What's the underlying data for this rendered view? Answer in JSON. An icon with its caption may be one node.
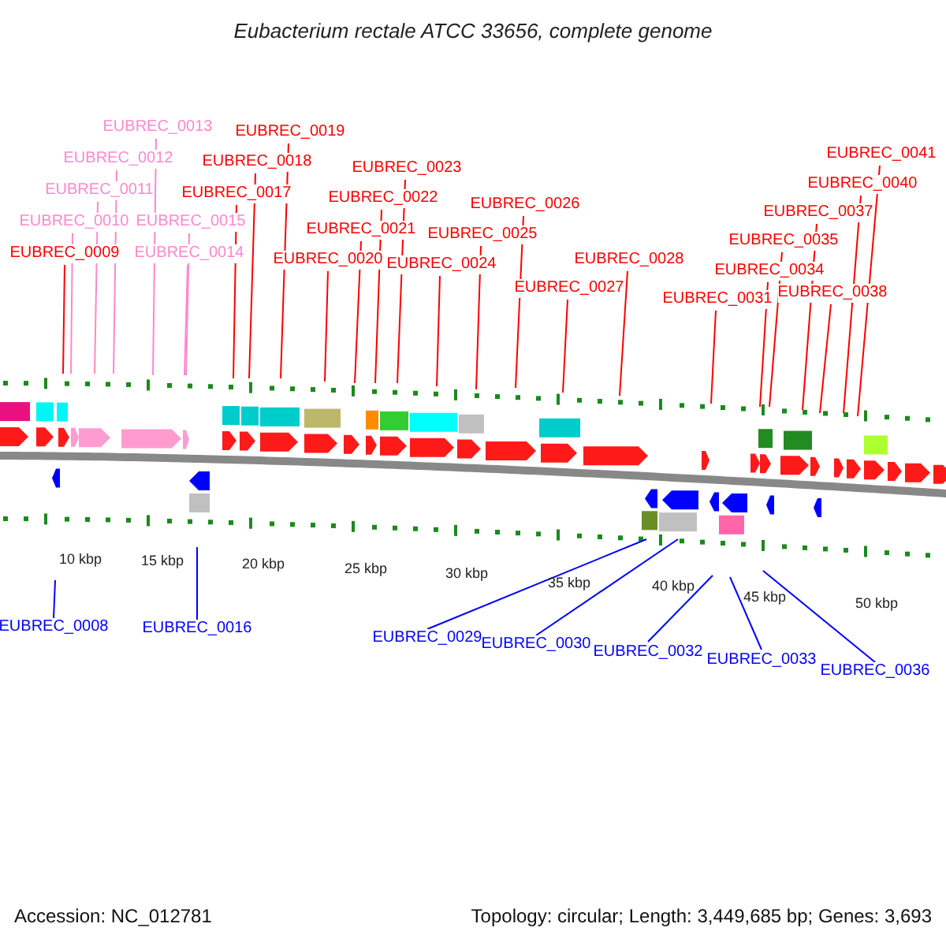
{
  "diagram": {
    "title": "Eubacterium rectale ATCC 33656, complete genome",
    "nodes": [
      {
        "text": [
          "EUBREC_0008"
        ]
      },
      {
        "text": [
          "EUBREC_0009"
        ]
      },
      {
        "text": [
          "EUBREC_0010"
        ]
      },
      {
        "text": [
          "EUBREC_0011"
        ]
      },
      {
        "text": [
          "EUBREC_0012"
        ]
      },
      {
        "text": [
          "EUBREC_0013"
        ]
      },
      {
        "text": [
          "EUBREC_0014"
        ]
      },
      {
        "text": [
          "EUBREC_0015"
        ]
      },
      {
        "text": [
          "EUBREC_0016"
        ]
      },
      {
        "text": [
          "EUBREC_0017"
        ]
      },
      {
        "text": [
          "EUBREC_0018"
        ]
      },
      {
        "text": [
          "EUBREC_0019"
        ]
      },
      {
        "text": [
          "EUBREC_0020"
        ]
      },
      {
        "text": [
          "EUBREC_0021"
        ]
      },
      {
        "text": [
          "EUBREC_0022"
        ]
      },
      {
        "text": [
          "EUBREC_0023"
        ]
      },
      {
        "text": [
          "EUBREC_0024"
        ]
      },
      {
        "text": [
          "EUBREC_0025"
        ]
      },
      {
        "text": [
          "EUBREC_0026"
        ]
      },
      {
        "text": [
          "EUBREC_0027"
        ]
      },
      {
        "text": [
          "EUBREC_0028"
        ]
      },
      {
        "text": [
          "EUBREC_0029"
        ]
      },
      {
        "text": [
          "EUBREC_0030"
        ]
      },
      {
        "text": [
          "EUBREC_0031"
        ]
      },
      {
        "text": [
          "EUBREC_0032"
        ]
      },
      {
        "text": [
          "EUBREC_0033"
        ]
      },
      {
        "text": [
          "EUBREC_0034"
        ]
      },
      {
        "text": [
          "EUBREC_0035"
        ]
      },
      {
        "text": [
          "EUBREC_0036"
        ]
      },
      {
        "text": [
          "EUBREC_0037"
        ]
      },
      {
        "text": [
          "EUBREC_0038"
        ]
      },
      {
        "text": [
          "EUBREC_0040"
        ]
      },
      {
        "text": [
          "EUBREC_0041"
        ]
      }
    ],
    "edges": [
      {
        "from": 0,
        "to": null,
        "arrow": "none",
        "color": "#0000ff"
      },
      {
        "from": 1,
        "to": null,
        "arrow": "none"
      },
      {
        "from": 2,
        "to": null,
        "arrow": "none",
        "color": "#ff88cc"
      },
      {
        "from": 3,
        "to": null,
        "arrow": "none",
        "color": "#ff88cc"
      },
      {
        "from": 4,
        "to": null,
        "arrow": "none",
        "color": "#ff88cc"
      },
      {
        "from": 5,
        "to": null,
        "arrow": "none",
        "color": "#ff88cc"
      },
      {
        "from": 6,
        "to": null,
        "arrow": "none",
        "color": "#ff88cc"
      },
      {
        "from": 7,
        "to": null,
        "arrow": "none",
        "color": "#ff88cc"
      },
      {
        "from": 8,
        "to": null,
        "arrow": "none",
        "color": "#0000ff"
      },
      {
        "from": 9,
        "to": null,
        "arrow": "none"
      },
      {
        "from": 10,
        "to": null,
        "arrow": "none"
      },
      {
        "from": 11,
        "to": null,
        "arrow": "none"
      },
      {
        "from": 12,
        "to": null,
        "arrow": "none"
      },
      {
        "from": 13,
        "to": null,
        "arrow": "none"
      },
      {
        "from": 14,
        "to": null,
        "arrow": "none"
      },
      {
        "from": 15,
        "to": null,
        "arrow": "none"
      },
      {
        "from": 16,
        "to": null,
        "arrow": "none"
      },
      {
        "from": 17,
        "to": null,
        "arrow": "none"
      },
      {
        "from": 18,
        "to": null,
        "arrow": "none"
      },
      {
        "from": 19,
        "to": null,
        "arrow": "none"
      },
      {
        "from": 20,
        "to": null,
        "arrow": "none"
      },
      {
        "from": 21,
        "to": null,
        "arrow": "none",
        "color": "#0000ff"
      },
      {
        "from": 22,
        "to": null,
        "arrow": "none",
        "color": "#0000ff"
      },
      {
        "from": 23,
        "to": null,
        "arrow": "none"
      },
      {
        "from": 24,
        "to": null,
        "arrow": "none",
        "color": "#0000ff"
      },
      {
        "from": 25,
        "to": null,
        "arrow": "none",
        "color": "#0000ff"
      },
      {
        "from": 26,
        "to": null,
        "arrow": "none"
      },
      {
        "from": 27,
        "to": null,
        "arrow": "none"
      },
      {
        "from": 28,
        "to": null,
        "arrow": "none",
        "color": "#0000ff"
      },
      {
        "from": 29,
        "to": null,
        "arrow": "none"
      },
      {
        "from": 30,
        "to": null,
        "arrow": "none"
      },
      {
        "from": 31,
        "to": null,
        "arrow": "none"
      },
      {
        "from": 32,
        "to": null,
        "arrow": "none"
      }
    ],
    "labels": [
      "10 kbp",
      "15 kbp",
      "20 kbp",
      "25 kbp",
      "30 kbp",
      "35 kbp",
      "40 kbp",
      "45 kbp",
      "50 kbp",
      "Accession: NC_012781",
      "Topology: circular; Length: 3,449,685 bp; Genes: 3,693"
    ]
  }
}
